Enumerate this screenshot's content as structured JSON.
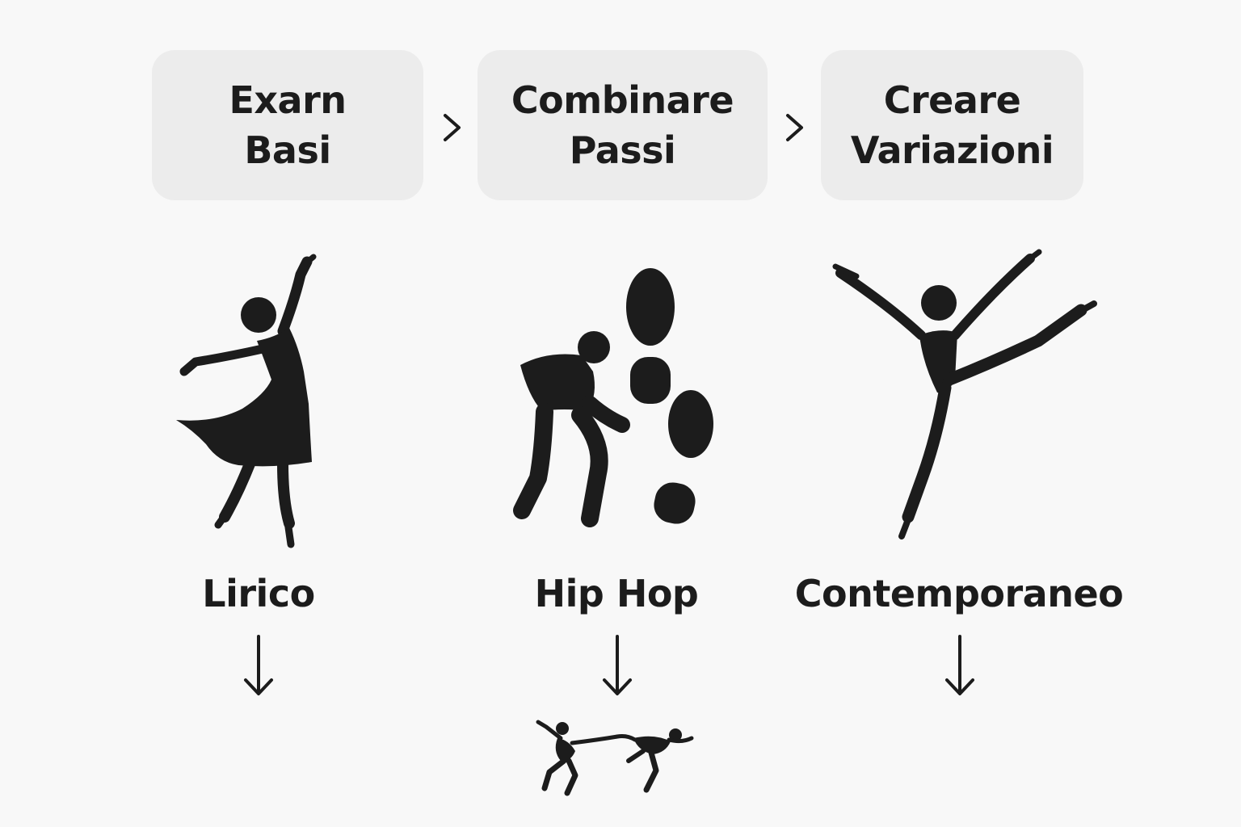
{
  "steps": [
    {
      "line1": "Exarn",
      "line2": "Basi"
    },
    {
      "line1": "Combinare",
      "line2": "Passi"
    },
    {
      "line1": "Creare",
      "line2": "Variazioni"
    }
  ],
  "styles": [
    {
      "label": "Lirico",
      "icon": "lyrical-dancer-icon"
    },
    {
      "label": "Hip Hop",
      "icon": "hip-hop-dancer-footprints-icon"
    },
    {
      "label": "Contemporaneo",
      "icon": "leaping-dancer-icon"
    }
  ],
  "connectors": {
    "step": "chevron-right-icon",
    "down": "arrow-down-icon"
  },
  "extra_icon": "dancing-pair-icon",
  "colors": {
    "background": "#f8f8f8",
    "box": "#ececec",
    "ink": "#1c1c1c"
  }
}
